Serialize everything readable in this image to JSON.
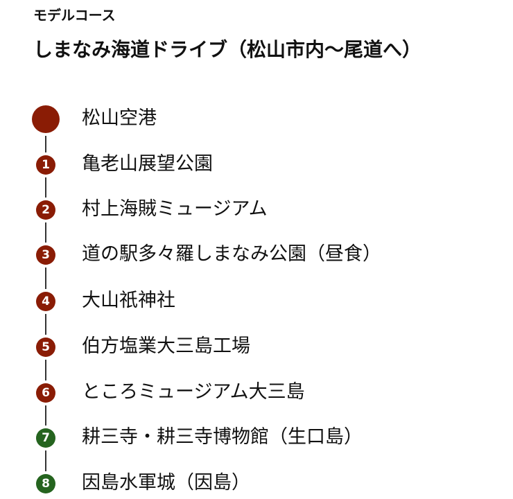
{
  "header": {
    "subtitle": "モデルコース",
    "title": "しまなみ海道ドライブ（松山市内〜尾道へ）"
  },
  "colors": {
    "red": "#8a1c05",
    "green": "#25641f"
  },
  "stops": [
    {
      "num": "",
      "label": "松山空港",
      "color": "red"
    },
    {
      "num": "1",
      "label": "亀老山展望公園",
      "color": "red"
    },
    {
      "num": "2",
      "label": "村上海賊ミュージアム",
      "color": "red"
    },
    {
      "num": "3",
      "label": "道の駅多々羅しまなみ公園（昼食）",
      "color": "red"
    },
    {
      "num": "4",
      "label": "大山祇神社",
      "color": "red"
    },
    {
      "num": "5",
      "label": "伯方塩業大三島工場",
      "color": "red"
    },
    {
      "num": "6",
      "label": "ところミュージアム大三島",
      "color": "red"
    },
    {
      "num": "7",
      "label": "耕三寺・耕三寺博物館（生口島）",
      "color": "green"
    },
    {
      "num": "8",
      "label": "因島水軍城（因島）",
      "color": "green"
    }
  ]
}
